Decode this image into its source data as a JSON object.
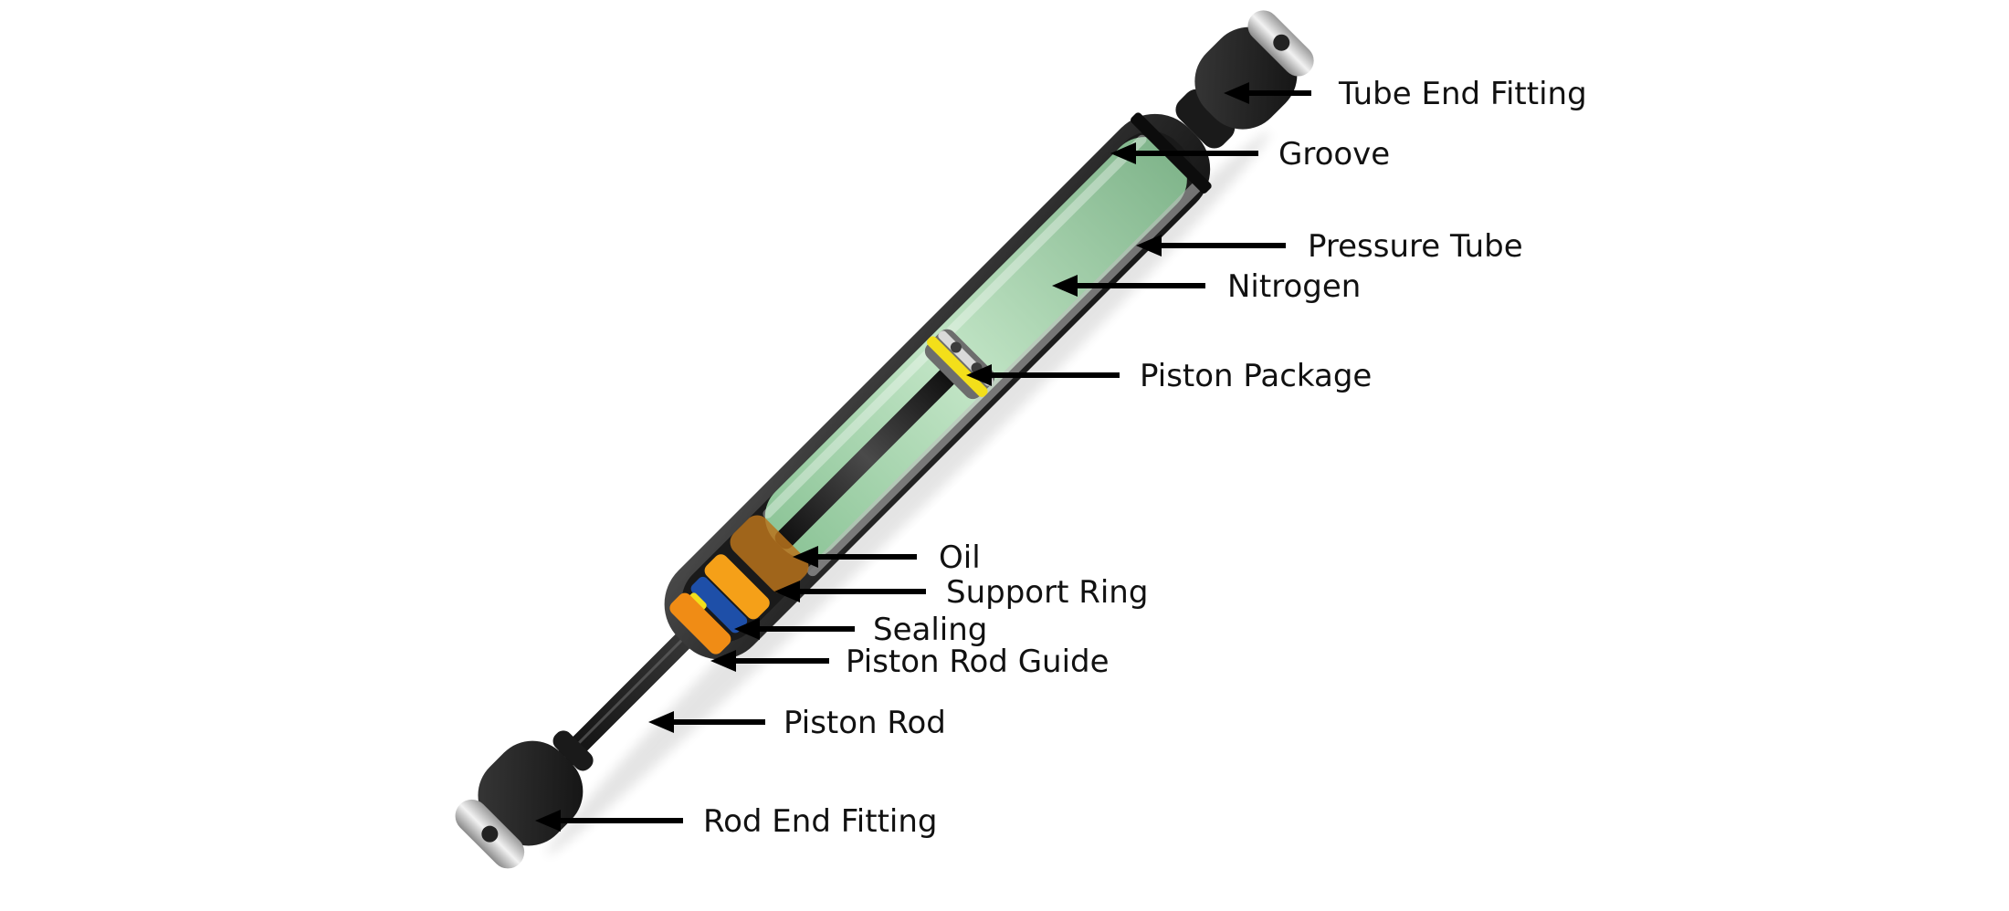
{
  "diagram": {
    "callouts": [
      {
        "id": "tube-end-fitting",
        "label": "Tube End Fitting"
      },
      {
        "id": "groove",
        "label": "Groove"
      },
      {
        "id": "pressure-tube",
        "label": "Pressure Tube"
      },
      {
        "id": "nitrogen",
        "label": "Nitrogen"
      },
      {
        "id": "piston-package",
        "label": "Piston Package"
      },
      {
        "id": "oil",
        "label": "Oil"
      },
      {
        "id": "support-ring",
        "label": "Support Ring"
      },
      {
        "id": "sealing",
        "label": "Sealing"
      },
      {
        "id": "piston-rod-guide",
        "label": "Piston Rod Guide"
      },
      {
        "id": "piston-rod",
        "label": "Piston Rod"
      },
      {
        "id": "rod-end-fitting",
        "label": "Rod End Fitting"
      }
    ]
  },
  "colors": {
    "nitrogen_gas": "#a9d6b0",
    "tube_body": "#2f2f2f",
    "fitting": "#1f1f1f",
    "support_ring": "#f5a018",
    "sealing": "#1e4fa8",
    "piston_ring": "#f3df1a",
    "oil": "#b8731c"
  }
}
